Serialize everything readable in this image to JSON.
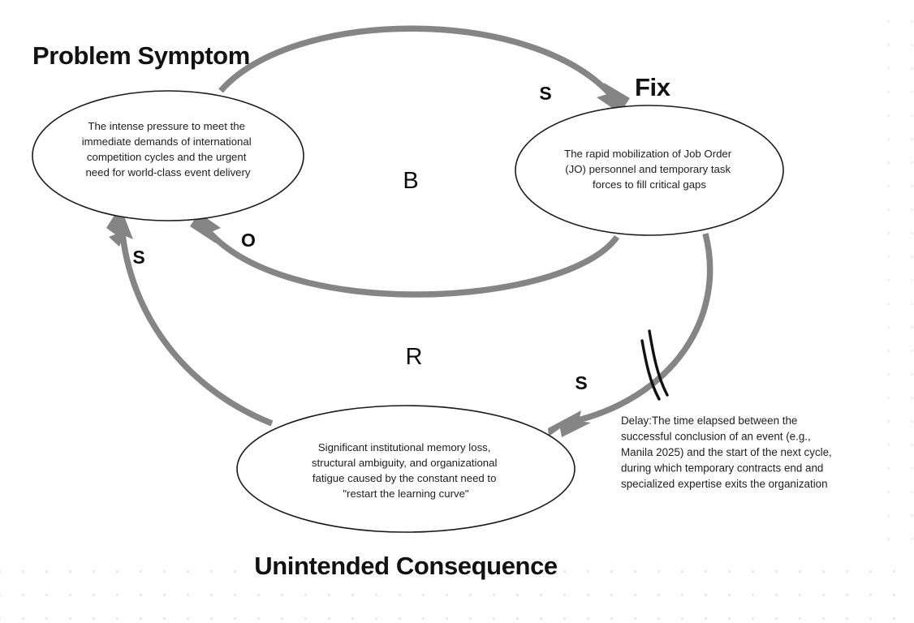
{
  "diagram": {
    "type": "causal-loop-diagram",
    "title_labels": {
      "problem_symptom": "Problem Symptom",
      "fix": "Fix",
      "unintended_consequence": "Unintended Consequence"
    },
    "nodes": [
      {
        "id": "problem-symptom",
        "heading": "Problem Symptom",
        "lines": [
          "The intense pressure to meet the",
          "immediate demands of international",
          "competition cycles and the urgent",
          "need for world-class event delivery"
        ]
      },
      {
        "id": "fix",
        "heading": "Fix",
        "lines": [
          "The rapid mobilization of Job Order",
          "(JO) personnel and temporary task",
          "forces to fill critical gaps"
        ]
      },
      {
        "id": "unintended-consequence",
        "heading": "Unintended Consequence",
        "lines": [
          "Significant institutional memory loss,",
          "structural ambiguity, and organizational",
          "fatigue caused by the constant need to",
          "\"restart the learning curve\""
        ]
      }
    ],
    "loops": [
      {
        "id": "balancing-loop",
        "label": "B"
      },
      {
        "id": "reinforcing-loop",
        "label": "R"
      }
    ],
    "links": [
      {
        "id": "symptom-to-fix",
        "from": "problem-symptom",
        "to": "fix",
        "polarity": "S"
      },
      {
        "id": "fix-to-symptom",
        "from": "fix",
        "to": "problem-symptom",
        "polarity": "O"
      },
      {
        "id": "fix-to-consequence",
        "from": "fix",
        "to": "unintended-consequence",
        "polarity": "S",
        "delay": true
      },
      {
        "id": "consequence-to-symptom",
        "from": "unintended-consequence",
        "to": "problem-symptom",
        "polarity": "S"
      }
    ],
    "delay_note": {
      "lines": [
        "Delay:The time elapsed between the",
        "successful conclusion of an event (e.g.,",
        "Manila 2025) and the start of the next cycle,",
        "during which temporary contracts end and",
        "specialized expertise exits the organization"
      ]
    },
    "colors": {
      "arrow": "#858585",
      "node_stroke": "#1a1a1a",
      "text": "#1d1d1d",
      "heading": "#121212",
      "background": "#ffffff",
      "grid_dot": "#e6e7ea"
    }
  }
}
